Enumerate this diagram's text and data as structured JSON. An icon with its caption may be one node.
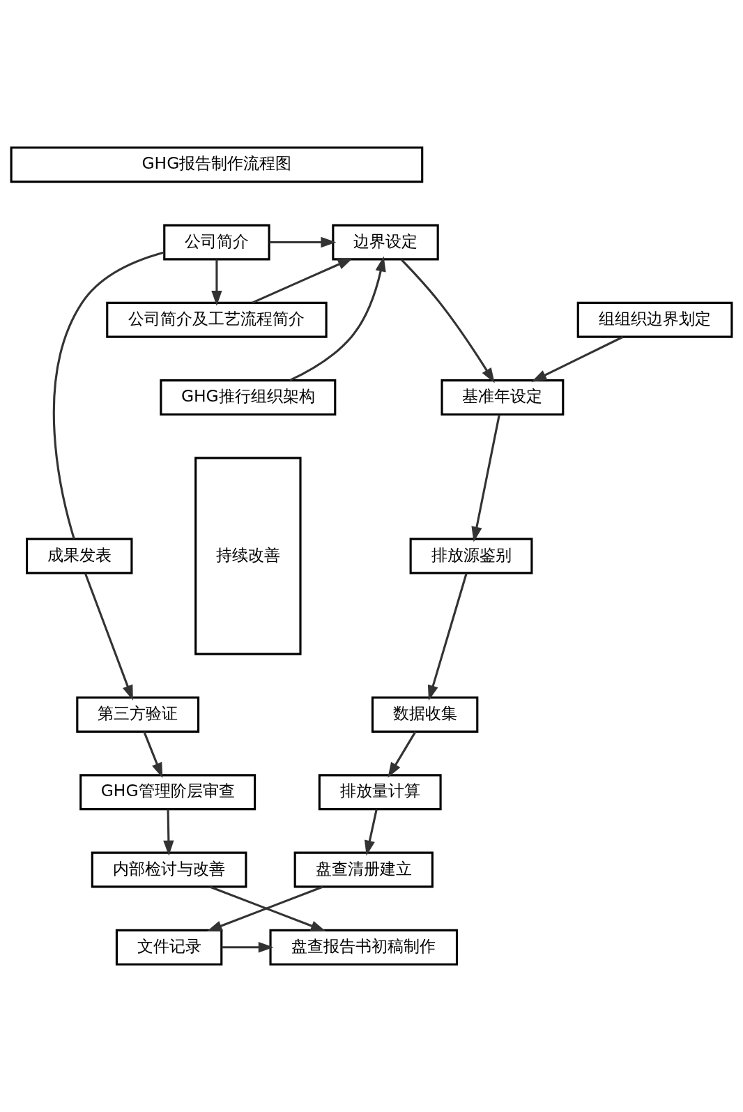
{
  "diagram": {
    "nodes": [
      {
        "text": [
          "GHG报告制作流程图"
        ]
      },
      {
        "text": [
          "公司简介"
        ]
      },
      {
        "text": [
          "边界设定"
        ]
      },
      {
        "text": [
          "公司简介及工艺流程简介"
        ]
      },
      {
        "text": [
          "GHG推行组织架构"
        ]
      },
      {
        "text": [
          "组组织边界划定"
        ]
      },
      {
        "text": [
          "基准年设定"
        ]
      },
      {
        "text": [
          "成果发表"
        ]
      },
      {
        "text": [
          "第三方验证"
        ]
      },
      {
        "text": [
          "GHG管理阶层审查"
        ]
      },
      {
        "text": [
          "内部检讨与改善"
        ]
      },
      {
        "text": [
          "盘查报告书初稿制作"
        ]
      },
      {
        "text": [
          "持续改善"
        ]
      },
      {
        "text": [
          "排放源鉴别"
        ]
      },
      {
        "text": [
          "数据收集"
        ]
      },
      {
        "text": [
          "排放量计算"
        ]
      },
      {
        "text": [
          "盘查清册建立"
        ]
      },
      {
        "text": [
          "文件记录"
        ]
      }
    ],
    "edges": [
      {
        "from": 1,
        "to": 2,
        "arrow": "to"
      },
      {
        "from": 1,
        "to": 3,
        "arrow": "to"
      },
      {
        "from": 3,
        "to": 2,
        "arrow": "to"
      },
      {
        "from": 4,
        "to": 2,
        "arrow": "to"
      },
      {
        "from": 1,
        "to": 7,
        "arrow": "none"
      },
      {
        "from": 2,
        "to": 6,
        "arrow": "to"
      },
      {
        "from": 5,
        "to": 6,
        "arrow": "to"
      },
      {
        "from": 6,
        "to": 13,
        "arrow": "to"
      },
      {
        "from": 13,
        "to": 14,
        "arrow": "to"
      },
      {
        "from": 14,
        "to": 15,
        "arrow": "to"
      },
      {
        "from": 15,
        "to": 16,
        "arrow": "to"
      },
      {
        "from": 16,
        "to": 17,
        "arrow": "to"
      },
      {
        "from": 7,
        "to": 8,
        "arrow": "to"
      },
      {
        "from": 8,
        "to": 9,
        "arrow": "to"
      },
      {
        "from": 9,
        "to": 10,
        "arrow": "to"
      },
      {
        "from": 10,
        "to": 11,
        "arrow": "to"
      },
      {
        "from": 17,
        "to": 11,
        "arrow": "to"
      }
    ]
  }
}
